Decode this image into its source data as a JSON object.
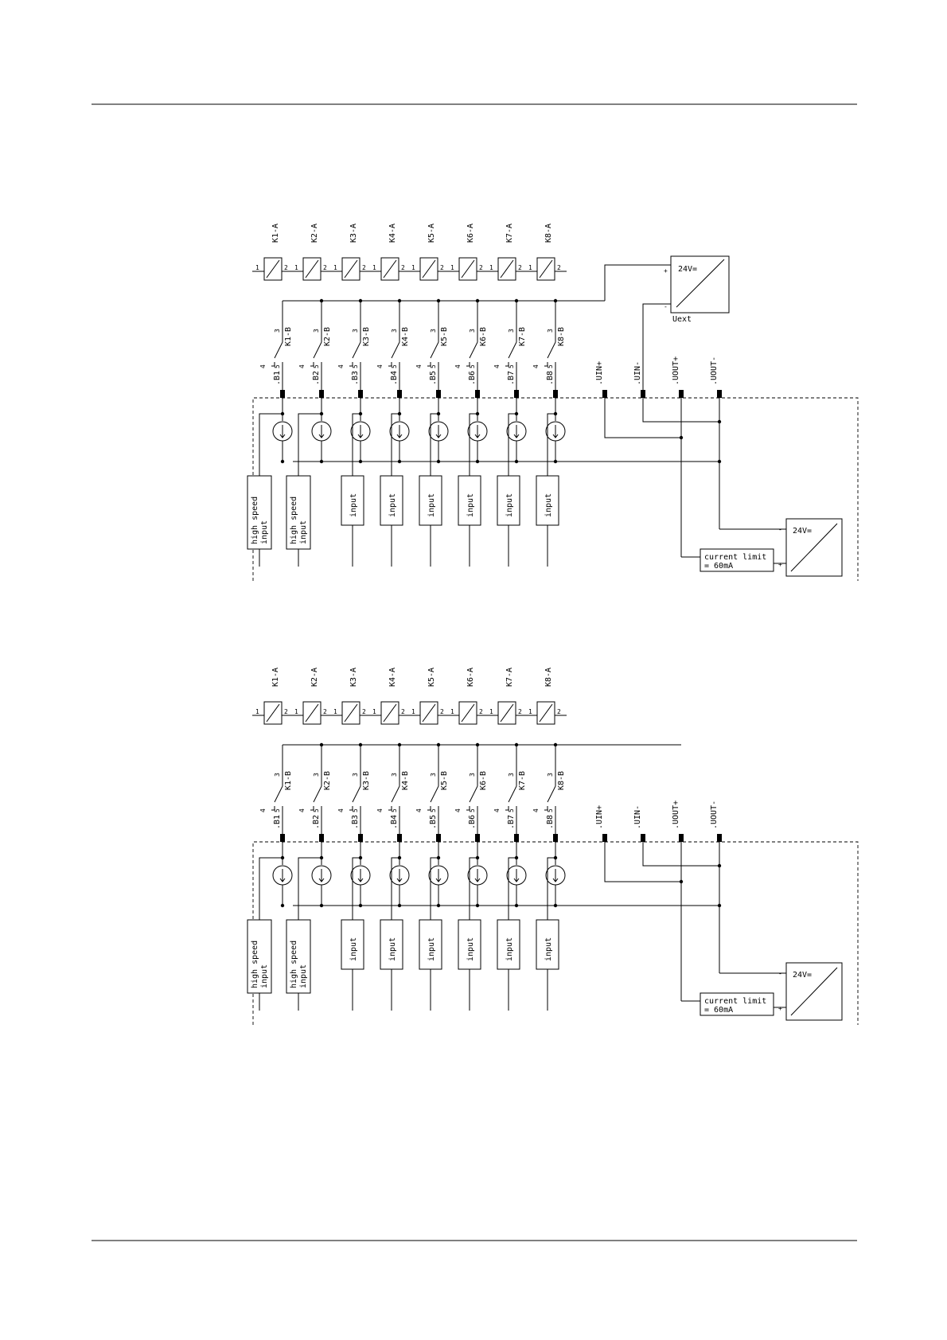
{
  "diagrams": [
    {
      "relays": [
        "K1-A",
        "K2-A",
        "K3-A",
        "K4-A",
        "K5-A",
        "K6-A",
        "K7-A",
        "K8-A"
      ],
      "contacts": [
        "K1-B",
        "K2-B",
        "K3-B",
        "K4-B",
        "K5-B",
        "K6-B",
        "K7-B",
        "K8-B"
      ],
      "coil_pins": [
        "1",
        "2"
      ],
      "contact_pins": [
        "3",
        "4",
        "5"
      ],
      "inputs_terminals": [
        ".B1",
        ".B2",
        ".B3",
        ".B4",
        ".B5",
        ".B6",
        ".B7",
        ".B8"
      ],
      "power_terminals": [
        ".UIN+",
        ".UIN-",
        ".UOUT+",
        ".UOUT-"
      ],
      "input_blocks": [
        "high speed input",
        "high speed input",
        "input",
        "input",
        "input",
        "input",
        "input",
        "input"
      ],
      "internal_supply": {
        "label": "24V=",
        "minus": "-",
        "plus": "+"
      },
      "current_limit": {
        "line1": "current limit",
        "line2": "= 60mA"
      },
      "external_supply": {
        "label": "24V=",
        "plus": "+",
        "minus": "-",
        "name": "Uext"
      }
    },
    {
      "relays": [
        "K1-A",
        "K2-A",
        "K3-A",
        "K4-A",
        "K5-A",
        "K6-A",
        "K7-A",
        "K8-A"
      ],
      "contacts": [
        "K1-B",
        "K2-B",
        "K3-B",
        "K4-B",
        "K5-B",
        "K6-B",
        "K7-B",
        "K8-B"
      ],
      "coil_pins": [
        "1",
        "2"
      ],
      "contact_pins": [
        "3",
        "4",
        "5"
      ],
      "inputs_terminals": [
        ".B1",
        ".B2",
        ".B3",
        ".B4",
        ".B5",
        ".B6",
        ".B7",
        ".B8"
      ],
      "power_terminals": [
        ".UIN+",
        ".UIN-",
        ".UOUT+",
        ".UOUT-"
      ],
      "input_blocks": [
        "high speed input",
        "high speed input",
        "input",
        "input",
        "input",
        "input",
        "input",
        "input"
      ],
      "internal_supply": {
        "label": "24V=",
        "minus": "-",
        "plus": "+"
      },
      "current_limit": {
        "line1": "current limit",
        "line2": "= 60mA"
      },
      "external_supply": null
    }
  ]
}
